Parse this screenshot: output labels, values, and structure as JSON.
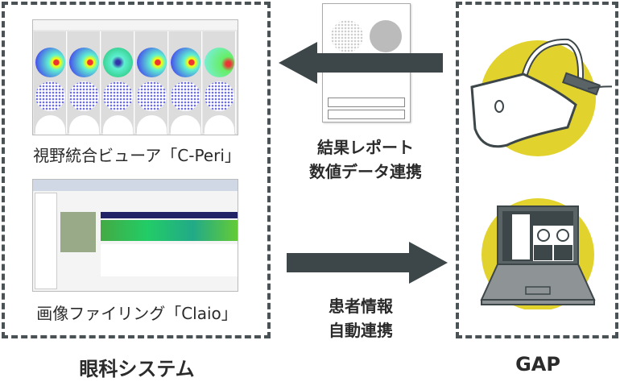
{
  "left_group": {
    "title": "眼科システム",
    "cperi_label": "視野統合ビューア「C-Peri」",
    "claio_label": "画像ファイリング「Claio」"
  },
  "right_group": {
    "title": "GAP"
  },
  "arrow_to_left": {
    "line1": "結果レポート",
    "line2": "数値データ連携"
  },
  "arrow_to_right": {
    "line1": "患者情報",
    "line2": "自動連携"
  },
  "colors": {
    "dash": "#4a5256",
    "arrow": "#3d4649",
    "yellow": "#e2d22e"
  }
}
